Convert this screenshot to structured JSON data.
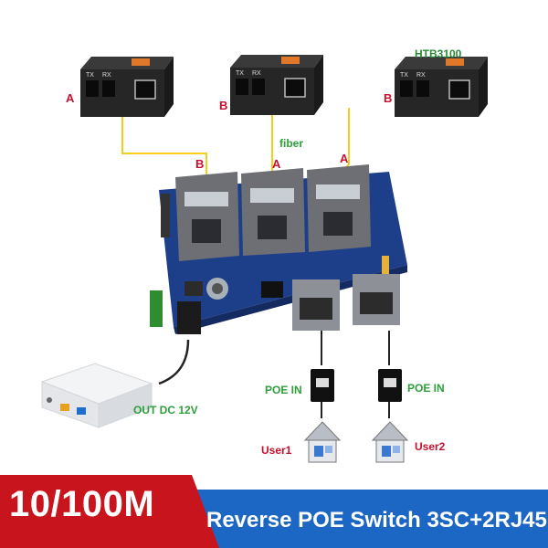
{
  "converters": [
    {
      "port_label": "A",
      "tx": "TX",
      "rx": "RX"
    },
    {
      "port_label": "B",
      "tx": "TX",
      "rx": "RX"
    },
    {
      "port_label": "B",
      "tx": "TX",
      "rx": "RX",
      "model": "HTB3100"
    }
  ],
  "fiber_labels": {
    "left": "B",
    "middle": "A",
    "right": "A",
    "cable": "fiber"
  },
  "power": {
    "label": "OUT DC 12V"
  },
  "poe": [
    {
      "label": "POE IN",
      "user": "User1"
    },
    {
      "label": "POE IN",
      "user": "User2"
    }
  ],
  "banner": {
    "speed": "10/100M",
    "product": "Reverse POE  Switch 3SC+2RJ45"
  },
  "colors": {
    "red": "#c8141c",
    "blue": "#1c66c4",
    "label_red": "#c8102e",
    "label_green": "#2e9e3b",
    "pcb": "#1d3f8a",
    "fiber_yellow": "#f2cf1d"
  }
}
